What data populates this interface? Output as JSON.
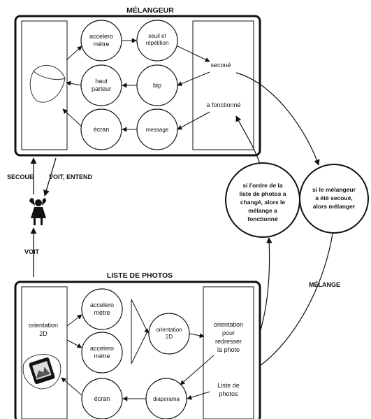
{
  "melangeur": {
    "title": "MÉLANGEUR",
    "nodes": {
      "accelero": [
        "accelero",
        "mètre"
      ],
      "seuil": [
        "seuil et",
        "répétition"
      ],
      "haut_parleur": [
        "haut",
        "parleur"
      ],
      "bip": "bip",
      "ecran": "écran",
      "message": "message"
    },
    "right_panel": {
      "secoue": "secoué",
      "a_fonctionne": "a fonctionné"
    }
  },
  "user_links": {
    "secoue": "SECOUE",
    "voit_entend": "VOIT, ENTEND",
    "voit": "VOIT"
  },
  "conditions": {
    "left": [
      "si l'ordre de la",
      "liste de photos a",
      "changé, alors le",
      "mélange a",
      "fonctionné"
    ],
    "right": [
      "si le mélangeur",
      "a été secoué,",
      "alors mélanger"
    ]
  },
  "melange_label": "MÉLANGE",
  "liste": {
    "title": "LISTE DE PHOTOS",
    "left_panel": [
      "orientation",
      "2D"
    ],
    "nodes": {
      "accelero_top": [
        "accelero",
        "mètre"
      ],
      "accelero_bottom": [
        "accelero",
        "mètre"
      ],
      "orientation2d": [
        "orientation",
        "2D"
      ],
      "ecran": "écran",
      "diaporama": "diaporama"
    },
    "right_panel": {
      "orientation_text": [
        "orientation",
        "pour",
        "redresser",
        "la photo"
      ],
      "liste_text": [
        "Liste de",
        "photos"
      ]
    }
  },
  "icons": [
    "bowl-icon",
    "person-icon",
    "phone-photo-icon"
  ]
}
